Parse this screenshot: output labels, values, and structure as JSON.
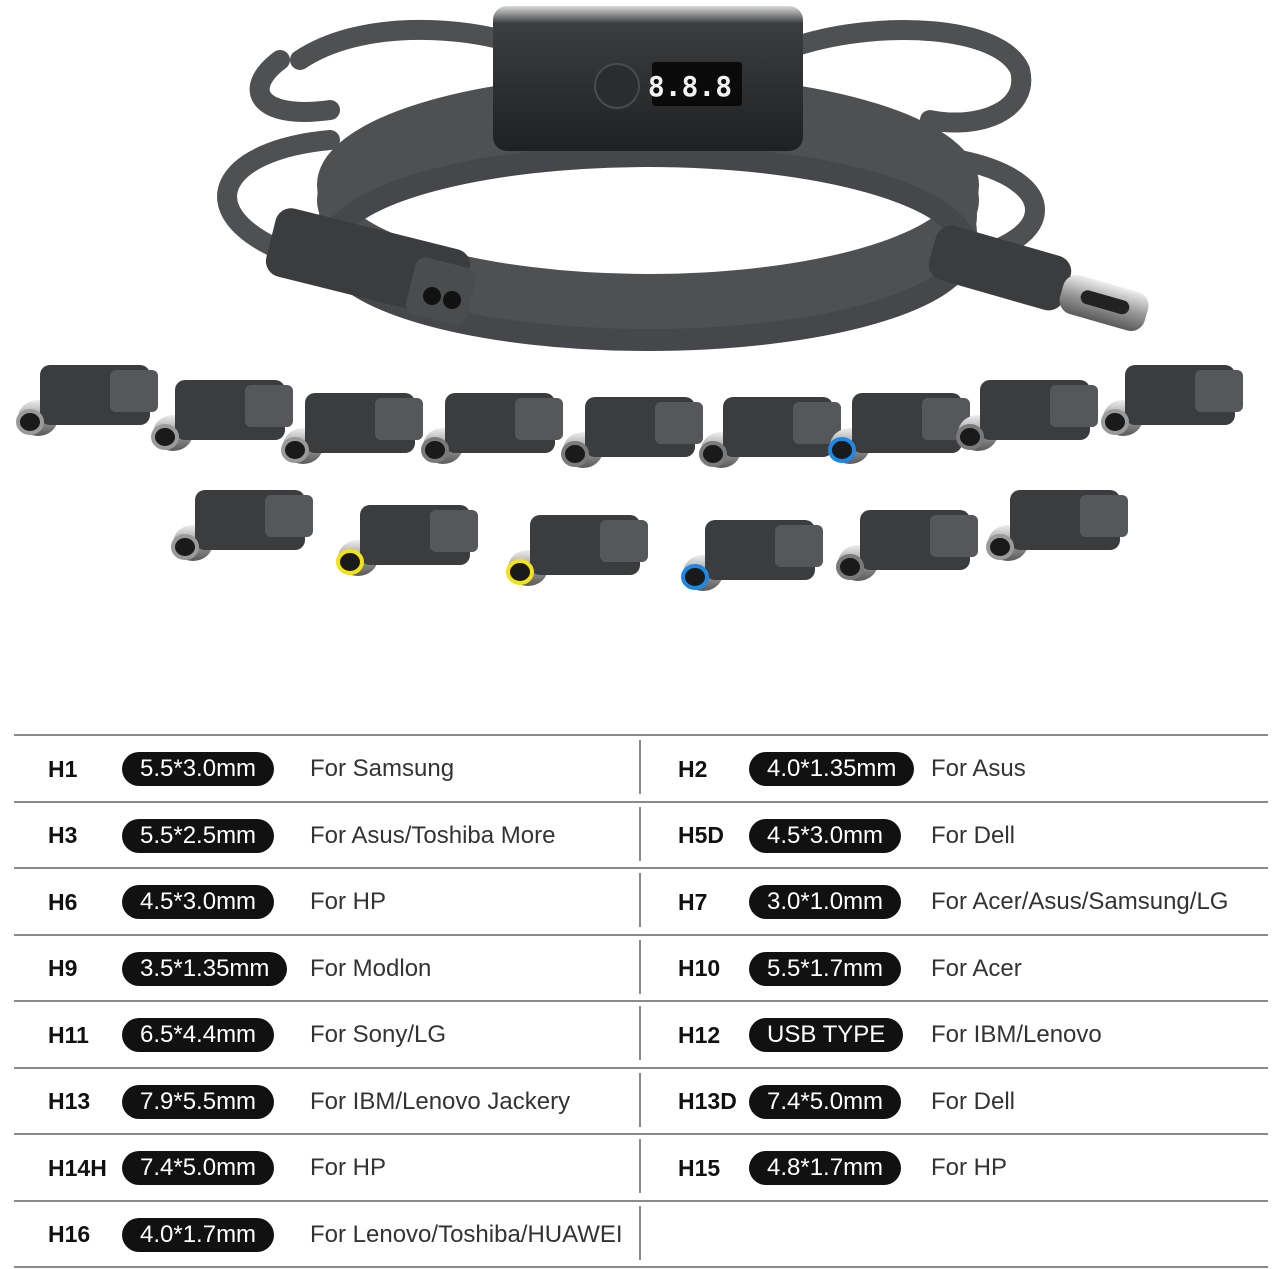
{
  "display": {
    "readout": "8.8.8"
  },
  "specs": [
    {
      "code": "H1",
      "size": "5.5*3.0mm",
      "brand": "For Samsung"
    },
    {
      "code": "H2",
      "size": "4.0*1.35mm",
      "brand": "For Asus"
    },
    {
      "code": "H3",
      "size": "5.5*2.5mm",
      "brand": "For Asus/Toshiba More"
    },
    {
      "code": "H5D",
      "size": "4.5*3.0mm",
      "brand": "For Dell"
    },
    {
      "code": "H6",
      "size": "4.5*3.0mm",
      "brand": "For HP"
    },
    {
      "code": "H7",
      "size": "3.0*1.0mm",
      "brand": "For Acer/Asus/Samsung/LG"
    },
    {
      "code": "H9",
      "size": "3.5*1.35mm",
      "brand": "For Modlon"
    },
    {
      "code": "H10",
      "size": "5.5*1.7mm",
      "brand": "For Acer"
    },
    {
      "code": "H11",
      "size": "6.5*4.4mm",
      "brand": "For Sony/LG"
    },
    {
      "code": "H12",
      "size": "USB TYPE",
      "brand": "For IBM/Lenovo"
    },
    {
      "code": "H13",
      "size": "7.9*5.5mm",
      "brand": "For IBM/Lenovo Jackery"
    },
    {
      "code": "H13D",
      "size": "7.4*5.0mm",
      "brand": "For Dell"
    },
    {
      "code": "H14H",
      "size": "7.4*5.0mm",
      "brand": "For HP"
    },
    {
      "code": "H15",
      "size": "4.8*1.7mm",
      "brand": "For HP"
    },
    {
      "code": "H16",
      "size": "4.0*1.7mm",
      "brand": "For Lenovo/Toshiba/HUAWEI"
    }
  ],
  "colors": {
    "cable": "#5a5c5e",
    "body": "#3a3c3e",
    "tip_yellow": "#f2e21c",
    "tip_blue": "#1e88e5",
    "pill": "#111111"
  },
  "icons": {
    "product": "cable-with-display-icon",
    "tips": "dc-tip-adapter-icon"
  }
}
